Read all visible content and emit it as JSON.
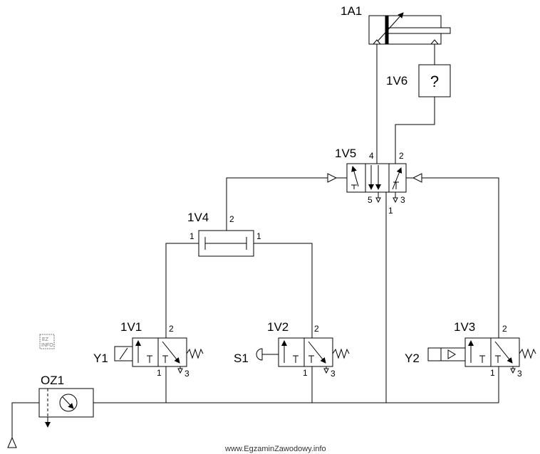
{
  "components": {
    "cylinder": {
      "label": "1A1"
    },
    "unknown_element": {
      "label": "1V6",
      "symbol": "?"
    },
    "main_valve": {
      "label": "1V5",
      "port4": "4",
      "port2": "2",
      "port5": "5",
      "port3": "3",
      "port1": "1"
    },
    "or_valve": {
      "label": "1V4",
      "port_in_left": "1",
      "port_in_right": "1",
      "port_out": "2"
    },
    "valve_1v1": {
      "label": "1V1",
      "actuator": "Y1",
      "port2": "2",
      "port1": "1",
      "port3": "3"
    },
    "valve_1v2": {
      "label": "1V2",
      "actuator": "S1",
      "port2": "2",
      "port1": "1",
      "port3": "3"
    },
    "valve_1v3": {
      "label": "1V3",
      "actuator": "Y2",
      "port2": "2",
      "port1": "1",
      "port3": "3"
    },
    "air_service_unit": {
      "label": "OZ1"
    }
  },
  "watermark": {
    "text": "www.EgzaminZawodowy.info"
  },
  "logo": {
    "text": "EZ INFO"
  }
}
